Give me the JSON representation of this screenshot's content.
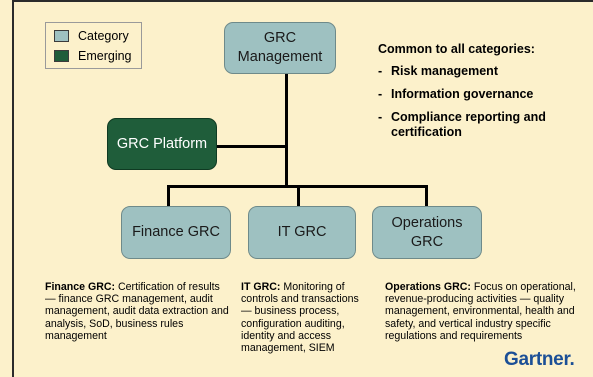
{
  "legend": {
    "category_label": "Category",
    "emerging_label": "Emerging",
    "category_color": "#9ec1c1",
    "emerging_color": "#1f5d3a"
  },
  "nodes": {
    "management_line1": "GRC",
    "management_line2": "Management",
    "platform": "GRC Platform",
    "finance": "Finance GRC",
    "it": "IT GRC",
    "operations_line1": "Operations",
    "operations_line2": "GRC"
  },
  "common": {
    "heading": "Common to all categories:",
    "items": [
      "Risk management",
      "Information governance",
      "Compliance reporting and certification"
    ],
    "dash": "-"
  },
  "descriptions": {
    "finance": {
      "title": "Finance GRC:",
      "text": "Certification of results — finance GRC management, audit management, audit data extraction and analysis, SoD, business rules management"
    },
    "it": {
      "title": "IT GRC:",
      "text": "Monitoring of controls and transactions — business process, configuration auditing, identity and access management, SIEM"
    },
    "operations": {
      "title": "Operations GRC:",
      "text": "Focus on operational, revenue-producing activities — quality management, environmental, health and safety, and vertical industry specific regulations and requirements"
    }
  },
  "logo": {
    "text": "Gartner",
    "dot": ".",
    "color": "#1b4f96"
  }
}
